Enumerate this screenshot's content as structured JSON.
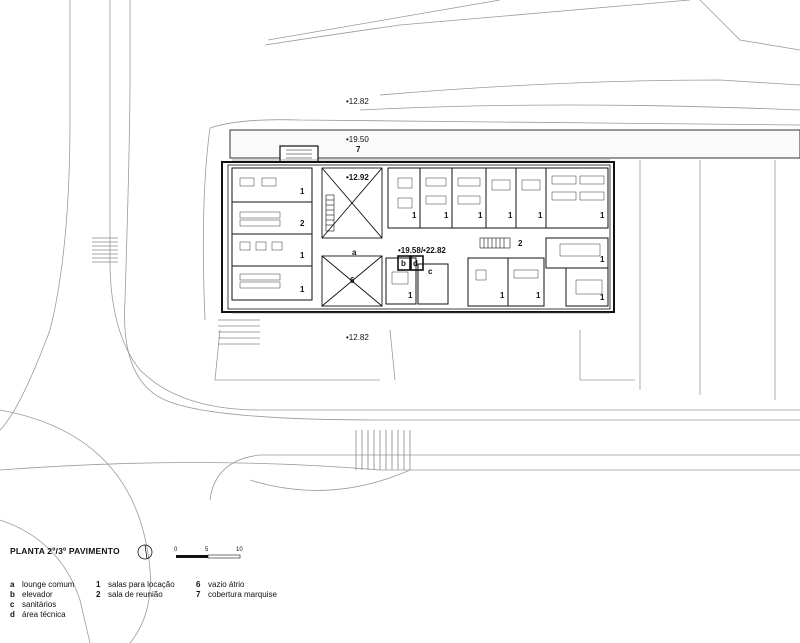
{
  "drawing": {
    "title": "PLANTA 2º/3º PAVIMENTO",
    "scale": {
      "ticks": [
        "0",
        "5",
        "10"
      ]
    },
    "levels": [
      "•12.82",
      "•19.50",
      "•12.92",
      "•19.58/•22.82",
      "•12.82"
    ],
    "room_tags": {
      "one": "1",
      "two": "2",
      "six": "6",
      "seven": "7",
      "a": "a",
      "b": "b",
      "c": "c",
      "d": "d"
    }
  },
  "legend": {
    "columns": [
      [
        {
          "key": "a",
          "text": "lounge comum"
        },
        {
          "key": "b",
          "text": "elevador"
        },
        {
          "key": "c",
          "text": "sanitários"
        },
        {
          "key": "d",
          "text": "área técnica"
        }
      ],
      [
        {
          "key": "1",
          "text": "salas para locação"
        },
        {
          "key": "2",
          "text": "sala de reunião"
        }
      ],
      [
        {
          "key": "6",
          "text": "vazio átrio"
        },
        {
          "key": "7",
          "text": "cobertura marquise"
        }
      ]
    ]
  }
}
